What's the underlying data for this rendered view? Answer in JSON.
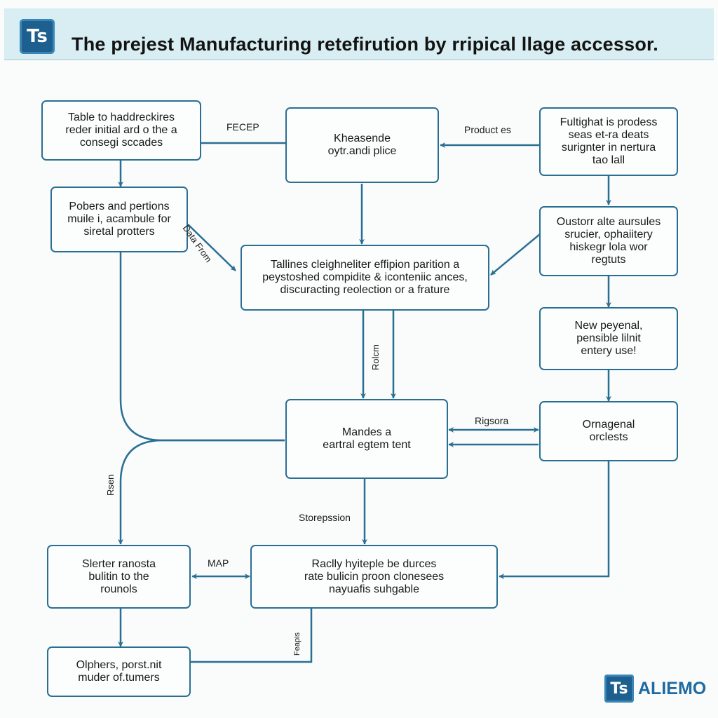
{
  "header": {
    "logo": "Ts",
    "title": "The prejest Manufacturing retefirution by rripical llage accessor."
  },
  "nodes": {
    "n1": "Table to haddreckires\nreder initial ard o the a\nconsegi sccades",
    "n2": "Kheasende\noytr.andi plice",
    "n3": "Fultighat is prodess\nseas et-ra deats\nsurignter in nertura\ntao lall",
    "n4": "Pobers and pertions\nmuile i, acambule for\nsiretal protters",
    "n5": "Tallines cleighneliter effipion parition a\npeystoshed compidite & iconteniic ances,\ndiscuracting reolection or a frature",
    "n6": "Oustorr alte aursules\nsrucier, ophaiitery\nhiskegr lola wor\nregtuts",
    "n7": "New peyenal,\npensible lilnit\nentery use!",
    "n8": "Mandes a\neartral egtem tent",
    "n9": "Ornagenal\norclests",
    "n10": "Slerter ranosta\nbulitin to the\nrounols",
    "n11": "Raclly hyiteple be durces\nrate bulicin proon clonesees\nnayuafis suhgable",
    "n12": "Olphers, porst.nit\nmuder of.tumers"
  },
  "edge_labels": {
    "fecep": "FECEP",
    "products": "Product es",
    "data_from": "Data From",
    "rolcm": "Rolcm",
    "rigsora": "Rigsora",
    "rsen": "Rsen",
    "storepssion": "Storepssion",
    "map": "MAP",
    "feapis": "Feapis"
  },
  "brand": {
    "logo": "Ts",
    "name": "ALIEMO"
  },
  "colors": {
    "line": "#2a6f93",
    "header_bg": "#d8eef2",
    "brand_blue": "#1d5f8e"
  }
}
